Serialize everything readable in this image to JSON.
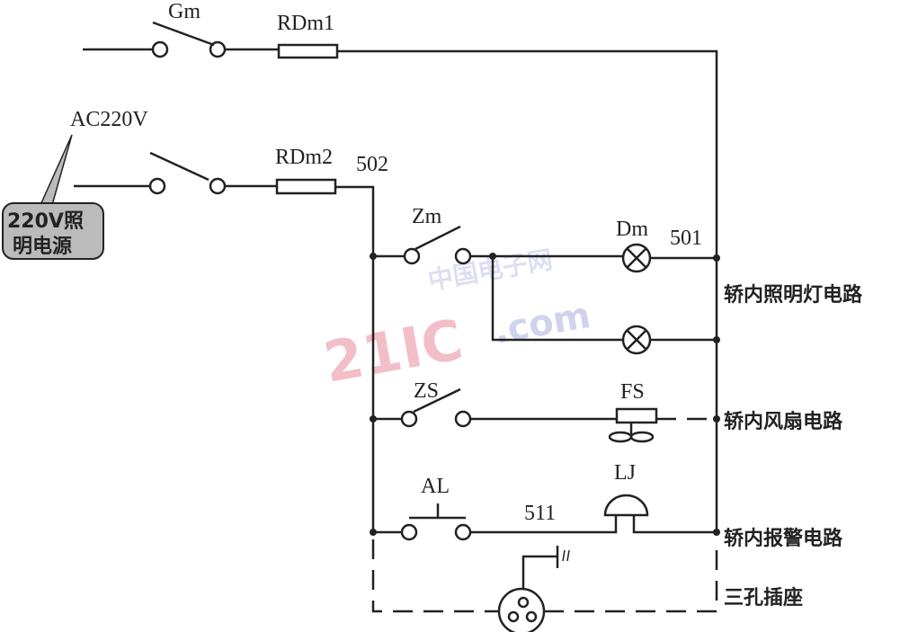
{
  "labels": {
    "gm": "Gm",
    "rdm1": "RDm1",
    "ac": "AC220V",
    "rdm2": "RDm2",
    "node502": "502",
    "zm": "Zm",
    "dm": "Dm",
    "node501": "501",
    "zs": "ZS",
    "fs": "FS",
    "al": "AL",
    "lj": "LJ",
    "node511": "511"
  },
  "callout": {
    "line1": "220V照",
    "line2": "明电源"
  },
  "circuits": {
    "lighting": "轿内照明灯电路",
    "fan": "轿内风扇电路",
    "alarm": "轿内报警电路",
    "socket": "三孔插座"
  },
  "watermark": {
    "main": "21IC",
    "sub": ".com",
    "cn": "中国电子网"
  }
}
